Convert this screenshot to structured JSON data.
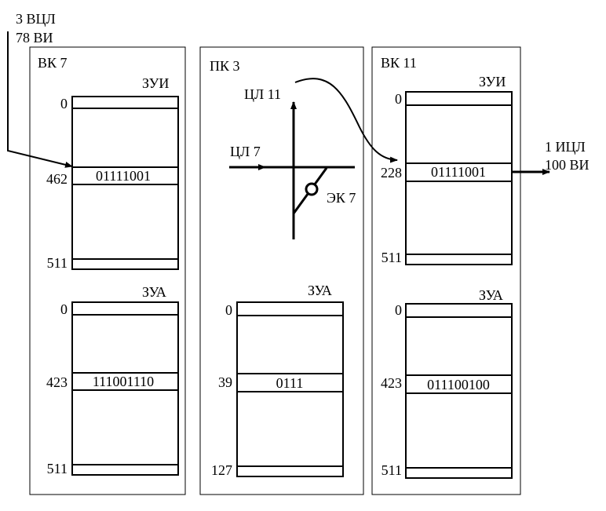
{
  "input_label": {
    "line1": "3 ВЦЛ",
    "line2": "78 ВИ"
  },
  "output_label": {
    "line1": "1 ИЦЛ",
    "line2": "100 ВИ"
  },
  "panels": {
    "vk7": {
      "title": "ВК 7",
      "zui": {
        "label": "ЗУИ",
        "addr_first": "0",
        "addr_row": "462",
        "value": "01111001",
        "addr_last": "511"
      },
      "zua": {
        "label": "ЗУА",
        "addr_first": "0",
        "addr_row": "423",
        "value": "111001110",
        "addr_last": "511"
      }
    },
    "pk3": {
      "title": "ПК 3",
      "switch": {
        "out_label": "ЦЛ 11",
        "in_label": "ЦЛ 7",
        "element_label": "ЭК 7"
      },
      "zua": {
        "label": "ЗУА",
        "addr_first": "0",
        "addr_row": "39",
        "value": "0111",
        "addr_last": "127"
      }
    },
    "vk11": {
      "title": "ВК 11",
      "zui": {
        "label": "ЗУИ",
        "addr_first": "0",
        "addr_row": "228",
        "value": "01111001",
        "addr_last": "511"
      },
      "zua": {
        "label": "ЗУА",
        "addr_first": "0",
        "addr_row": "423",
        "value": "011100100",
        "addr_last": "511"
      }
    }
  }
}
